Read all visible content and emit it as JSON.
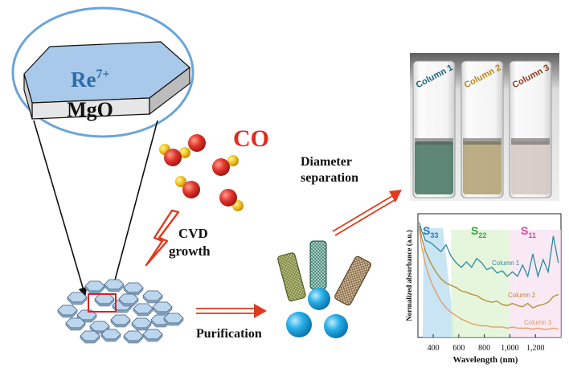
{
  "catalyst": {
    "ion_base": "Re",
    "ion_charge": "7+",
    "support": "MgO"
  },
  "gas": {
    "label": "CO"
  },
  "steps": {
    "growth_line1": "CVD",
    "growth_line2": "growth",
    "purification": "Purification",
    "separation_line1": "Diameter",
    "separation_line2": "separation"
  },
  "vials": [
    {
      "label": "Column 1",
      "label_color": "#1f5f7a",
      "liquid_color": "#4d7a66"
    },
    {
      "label": "Column 2",
      "label_color": "#b7861c",
      "liquid_color": "#b5a577"
    },
    {
      "label": "Column 3",
      "label_color": "#8a3a1e",
      "liquid_color": "#d6c9c2"
    }
  ],
  "colors": {
    "arrow_red": "#e03a1e",
    "ellipse_stroke": "#6aa5d8",
    "mgo_top": "#a9c9ea",
    "co_red": "#e0342a",
    "co_yellow": "#f2c51d",
    "ball_blue": "#1ea3e0",
    "s33": "#2a7ac0",
    "s22": "#2da83a",
    "s11": "#e0469a"
  },
  "chart_data": {
    "type": "line",
    "xlabel": "Wavelength (nm)",
    "ylabel": "Normalized absorbance (a.u.)",
    "xlim": [
      280,
      1400
    ],
    "xticks": [
      "400",
      "600",
      "800",
      "1,000",
      "1,200"
    ],
    "xtick_values": [
      400,
      600,
      800,
      1000,
      1200
    ],
    "bands": [
      {
        "label_base": "S",
        "label_sub": "33",
        "range": [
          300,
          620
        ],
        "color": "#bfe0f2",
        "label_color": "#2a7ac0"
      },
      {
        "label_base": "S",
        "label_sub": "22",
        "range": [
          540,
          1000
        ],
        "color": "#dcf2cf",
        "label_color": "#2da83a"
      },
      {
        "label_base": "S",
        "label_sub": "11",
        "range": [
          1000,
          1400
        ],
        "color": "#f7dff0",
        "label_color": "#e0469a"
      }
    ],
    "series": [
      {
        "name": "Column 1",
        "color": "#2e8a9c",
        "x": [
          290,
          310,
          340,
          380,
          420,
          460,
          500,
          540,
          580,
          620,
          660,
          700,
          740,
          780,
          820,
          860,
          900,
          940,
          980,
          1020,
          1060,
          1100,
          1140,
          1180,
          1220,
          1260,
          1300,
          1340,
          1380
        ],
        "y": [
          0.98,
          0.9,
          0.82,
          0.8,
          0.76,
          0.72,
          0.78,
          0.68,
          0.62,
          0.58,
          0.63,
          0.58,
          0.66,
          0.62,
          0.56,
          0.58,
          0.53,
          0.55,
          0.5,
          0.54,
          0.5,
          0.6,
          0.5,
          0.7,
          0.5,
          0.65,
          0.54,
          0.86,
          0.62
        ]
      },
      {
        "name": "Column 2",
        "color": "#b58a2a",
        "x": [
          290,
          310,
          340,
          380,
          420,
          460,
          500,
          540,
          580,
          620,
          660,
          700,
          740,
          780,
          820,
          860,
          900,
          940,
          980,
          1020,
          1060,
          1100,
          1140,
          1180,
          1220,
          1260,
          1300,
          1340,
          1380
        ],
        "y": [
          0.95,
          0.84,
          0.72,
          0.62,
          0.54,
          0.48,
          0.44,
          0.42,
          0.4,
          0.37,
          0.36,
          0.34,
          0.33,
          0.3,
          0.28,
          0.27,
          0.28,
          0.25,
          0.24,
          0.26,
          0.24,
          0.23,
          0.26,
          0.22,
          0.24,
          0.25,
          0.27,
          0.32,
          0.34
        ]
      },
      {
        "name": "Column 3",
        "color": "#e6975e",
        "x": [
          290,
          310,
          340,
          380,
          420,
          460,
          500,
          540,
          580,
          620,
          660,
          700,
          740,
          780,
          820,
          860,
          900,
          940,
          980,
          1020,
          1060,
          1100,
          1140,
          1180,
          1220,
          1260,
          1300,
          1340,
          1380
        ],
        "y": [
          0.92,
          0.76,
          0.6,
          0.46,
          0.36,
          0.28,
          0.22,
          0.18,
          0.15,
          0.12,
          0.1,
          0.08,
          0.07,
          0.06,
          0.06,
          0.05,
          0.05,
          0.05,
          0.04,
          0.05,
          0.04,
          0.04,
          0.04,
          0.03,
          0.04,
          0.03,
          0.03,
          0.04,
          0.03
        ]
      }
    ]
  }
}
